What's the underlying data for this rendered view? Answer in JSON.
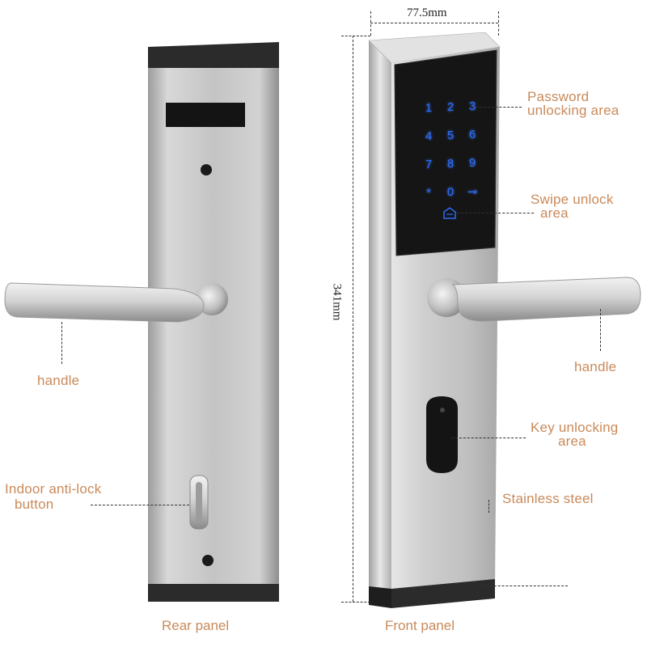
{
  "dimensions": {
    "width": "77.5mm",
    "height": "341mm"
  },
  "labels": {
    "handle_left": "handle",
    "indoor_line1": "Indoor anti-lock",
    "indoor_line2": "button",
    "rear_panel": "Rear panel",
    "front_panel": "Front panel",
    "password_line1": "Password",
    "password_line2": "unlocking area",
    "swipe_line1": "Swipe unlock",
    "swipe_line2": "area",
    "handle_right": "handle",
    "key_line1": "Key unlocking",
    "key_line2": "area",
    "stainless": "Stainless steel"
  },
  "keypad": [
    "1",
    "2",
    "3",
    "4",
    "5",
    "6",
    "7",
    "8",
    "9",
    "*",
    "0",
    "⊸"
  ],
  "colors": {
    "label": "#c98a5a",
    "key_glow": "#2e6cf6",
    "steel": "#c8c8c8",
    "cap": "#2a2a2a"
  },
  "icons": {
    "swipe": "card-reader-icon"
  }
}
